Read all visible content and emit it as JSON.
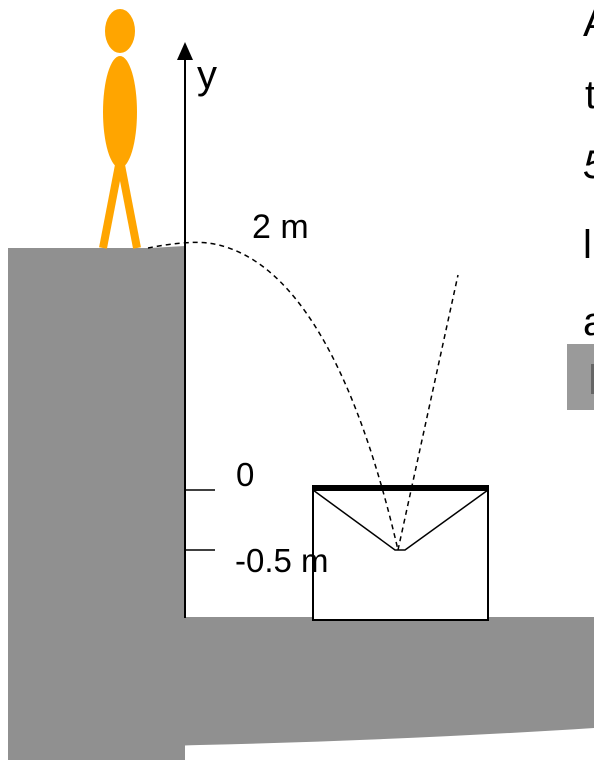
{
  "axis": {
    "label": "y"
  },
  "labels": {
    "launch_height": "2 m",
    "zero": "0",
    "depth": "-0.5 m"
  },
  "side_text": {
    "line1": "A",
    "line2": "t",
    "line3": "5",
    "line4": "l",
    "line5": "a"
  },
  "colors": {
    "ground": "#909090",
    "person": "#ffa500",
    "highlight_text": "#ff0000",
    "gray_box": "#9a9a9a"
  }
}
